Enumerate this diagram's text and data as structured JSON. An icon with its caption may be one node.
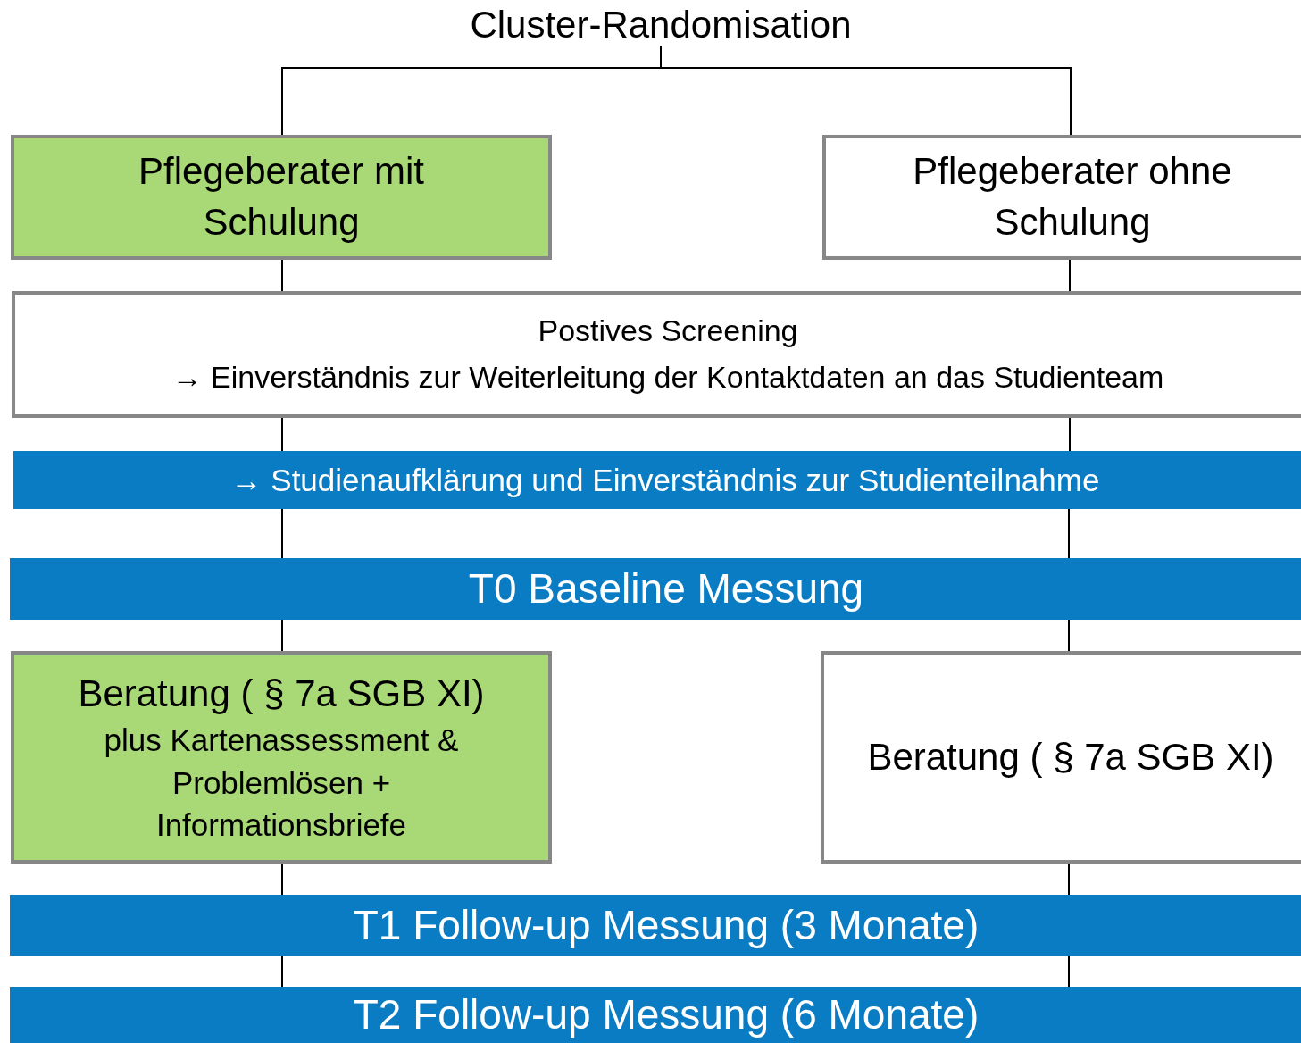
{
  "diagram": {
    "nodes": [
      {
        "text": [
          "Cluster-Randomisation"
        ]
      },
      {
        "text": [
          "Pflegeberater mit Schulung"
        ]
      },
      {
        "text": [
          "Pflegeberater ohne Schulung"
        ]
      },
      {
        "text": [
          "Postives Screening",
          "→ Einverständnis zur Weiterleitung der Kontaktdaten an das Studienteam"
        ]
      },
      {
        "text": [
          "→ Studienaufklärung und Einverständnis zur Studienteilnahme"
        ]
      },
      {
        "text": [
          "T0 Baseline Messung"
        ]
      },
      {
        "text": [
          "Beratung ( § 7a SGB XI)",
          "plus Kartenassessment & Problemlösen + Informationsbriefe"
        ]
      },
      {
        "text": [
          "Beratung ( § 7a SGB XI)"
        ]
      },
      {
        "text": [
          "T1 Follow-up Messung (3 Monate)"
        ]
      },
      {
        "text": [
          "T2 Follow-up Messung (6 Monate)"
        ]
      }
    ],
    "edges": [
      {
        "from": 0,
        "to": 1,
        "arrow": "none"
      },
      {
        "from": 0,
        "to": 2,
        "arrow": "none"
      },
      {
        "from": 1,
        "to": 3,
        "arrow": "none"
      },
      {
        "from": 2,
        "to": 3,
        "arrow": "none"
      },
      {
        "from": 3,
        "to": 4,
        "arrow": "none"
      },
      {
        "from": 3,
        "to": 4,
        "arrow": "none"
      },
      {
        "from": 4,
        "to": 5,
        "arrow": "none"
      },
      {
        "from": 4,
        "to": 5,
        "arrow": "none"
      },
      {
        "from": 5,
        "to": 6,
        "arrow": "none"
      },
      {
        "from": 5,
        "to": 7,
        "arrow": "none"
      },
      {
        "from": 6,
        "to": 8,
        "arrow": "none"
      },
      {
        "from": 7,
        "to": 8,
        "arrow": "none"
      },
      {
        "from": 8,
        "to": 9,
        "arrow": "none"
      },
      {
        "from": 8,
        "to": 9,
        "arrow": "none"
      }
    ]
  }
}
